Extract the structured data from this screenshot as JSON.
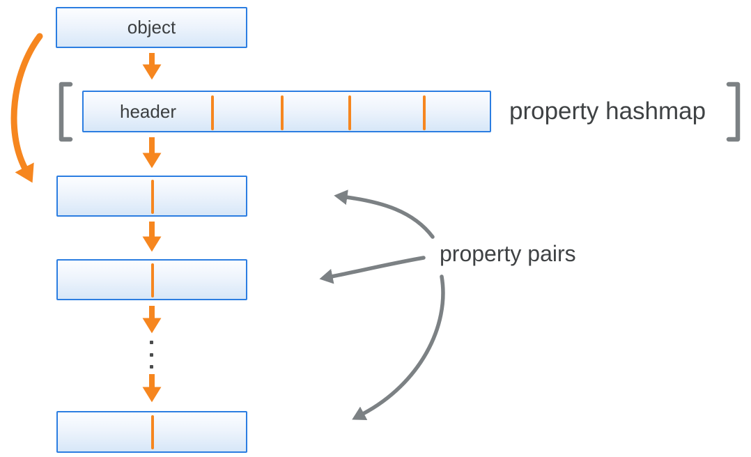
{
  "diagram": {
    "object_label": "object",
    "header_label": "header",
    "hashmap_label": "property hashmap",
    "pairs_label": "property pairs",
    "header_slot_count": 5,
    "property_pair_count": 3,
    "colors": {
      "box_border_blue": "#2b7de1",
      "box_fill_top": "#fcfdff",
      "box_fill_bottom": "#d7e7f8",
      "arrow_orange": "#f6861f",
      "arrow_gray": "#7c8184",
      "bracket_gray": "#7c8184",
      "text_dark": "#3b3e40"
    }
  }
}
